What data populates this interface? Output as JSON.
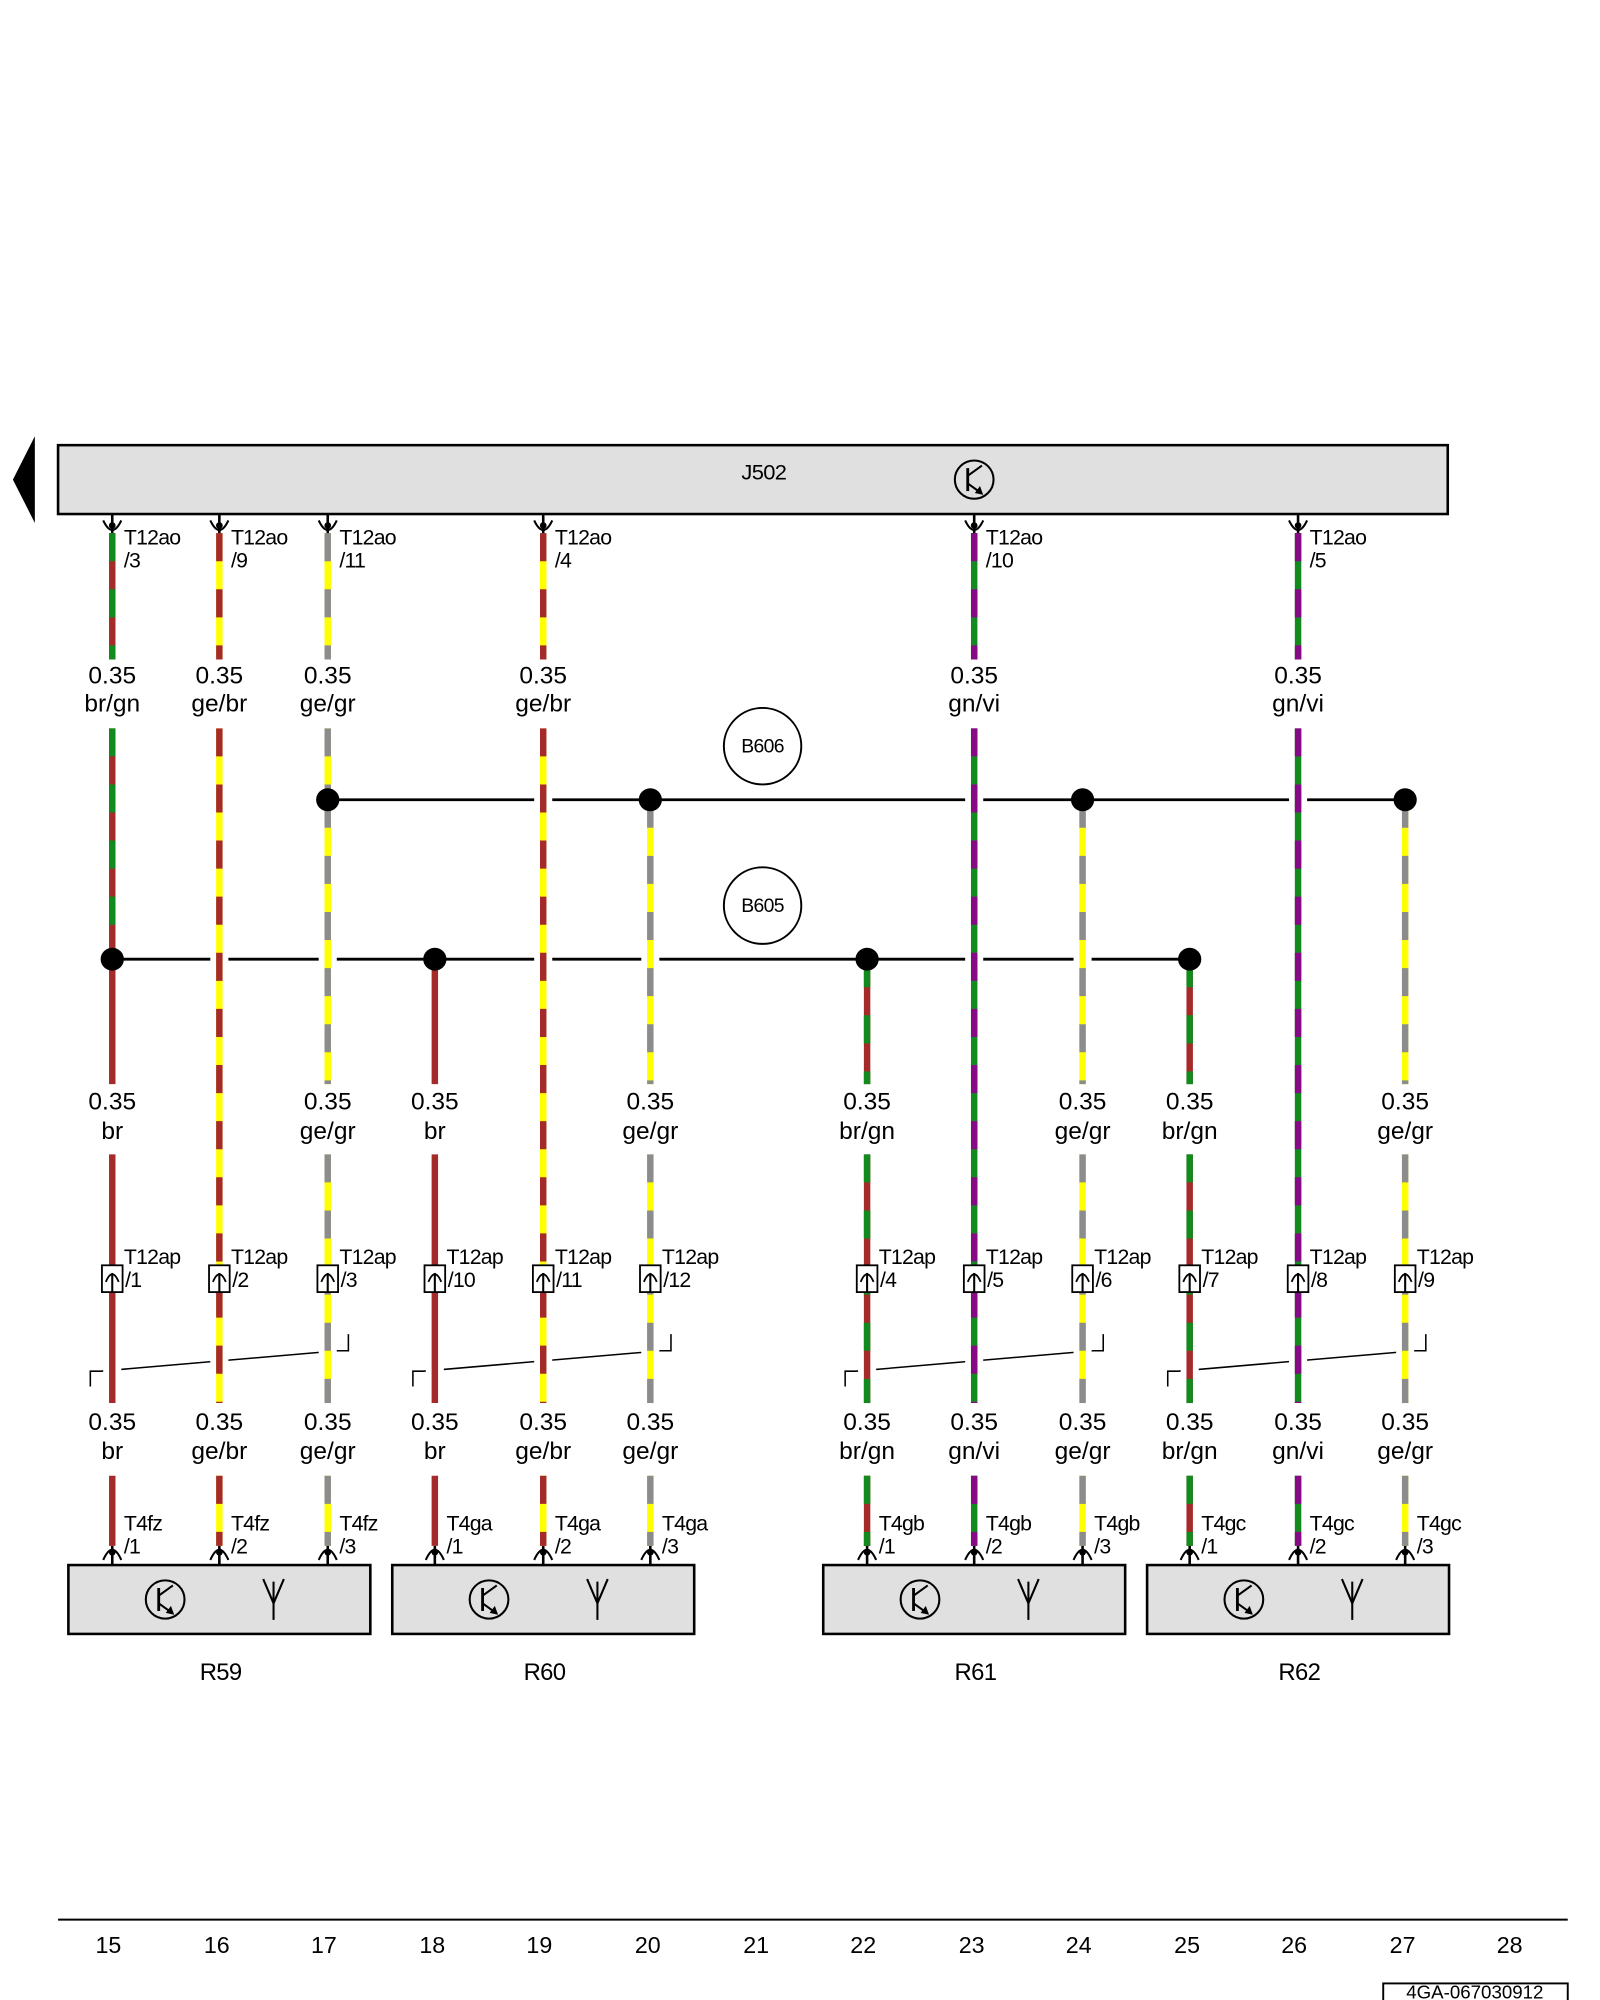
{
  "main_unit": {
    "id": "J502",
    "icon": "transistor-icon"
  },
  "continuation_icon": "arrow-left-icon",
  "splices": [
    {
      "id": "B606"
    },
    {
      "id": "B605"
    }
  ],
  "wire_colors": {
    "br": "#a52a2a",
    "gn": "#138a1e",
    "ge": "#ffff00",
    "gr": "#8c8c8c",
    "vi": "#860a86"
  },
  "wires": [
    {
      "column": "15",
      "top": {
        "connector": "T12ao",
        "pin": "/3"
      },
      "upper": {
        "size": "0.35",
        "color": "br/gn"
      },
      "splice": "B605",
      "middle": {
        "size": "0.35",
        "color": "br"
      },
      "inline": {
        "connector": "T12ap",
        "pin": "/1"
      },
      "lower": {
        "size": "0.35",
        "color": "br"
      },
      "bottom": {
        "connector": "T4fz",
        "pin": "/1"
      }
    },
    {
      "column": "16",
      "top": {
        "connector": "T12ao",
        "pin": "/9"
      },
      "upper": {
        "size": "0.35",
        "color": "ge/br"
      },
      "inline": {
        "connector": "T12ap",
        "pin": "/2"
      },
      "lower": {
        "size": "0.35",
        "color": "ge/br"
      },
      "bottom": {
        "connector": "T4fz",
        "pin": "/2"
      }
    },
    {
      "column": "17",
      "top": {
        "connector": "T12ao",
        "pin": "/11"
      },
      "upper": {
        "size": "0.35",
        "color": "ge/gr"
      },
      "splice": "B606",
      "middle": {
        "size": "0.35",
        "color": "ge/gr"
      },
      "inline": {
        "connector": "T12ap",
        "pin": "/3"
      },
      "lower": {
        "size": "0.35",
        "color": "ge/gr"
      },
      "bottom": {
        "connector": "T4fz",
        "pin": "/3"
      }
    },
    {
      "column": "18",
      "splice": "B605",
      "middle": {
        "size": "0.35",
        "color": "br"
      },
      "inline": {
        "connector": "T12ap",
        "pin": "/10"
      },
      "lower": {
        "size": "0.35",
        "color": "br"
      },
      "bottom": {
        "connector": "T4ga",
        "pin": "/1"
      }
    },
    {
      "column": "19",
      "top": {
        "connector": "T12ao",
        "pin": "/4"
      },
      "upper": {
        "size": "0.35",
        "color": "ge/br"
      },
      "inline": {
        "connector": "T12ap",
        "pin": "/11"
      },
      "lower": {
        "size": "0.35",
        "color": "ge/br"
      },
      "bottom": {
        "connector": "T4ga",
        "pin": "/2"
      }
    },
    {
      "column": "20",
      "splice": "B606",
      "middle": {
        "size": "0.35",
        "color": "ge/gr"
      },
      "inline": {
        "connector": "T12ap",
        "pin": "/12"
      },
      "lower": {
        "size": "0.35",
        "color": "ge/gr"
      },
      "bottom": {
        "connector": "T4ga",
        "pin": "/3"
      }
    },
    {
      "column": "22",
      "splice": "B605",
      "middle": {
        "size": "0.35",
        "color": "br/gn"
      },
      "inline": {
        "connector": "T12ap",
        "pin": "/4"
      },
      "lower": {
        "size": "0.35",
        "color": "br/gn"
      },
      "bottom": {
        "connector": "T4gb",
        "pin": "/1"
      }
    },
    {
      "column": "23",
      "top": {
        "connector": "T12ao",
        "pin": "/10"
      },
      "upper": {
        "size": "0.35",
        "color": "gn/vi"
      },
      "inline": {
        "connector": "T12ap",
        "pin": "/5"
      },
      "lower": {
        "size": "0.35",
        "color": "gn/vi"
      },
      "bottom": {
        "connector": "T4gb",
        "pin": "/2"
      }
    },
    {
      "column": "24",
      "splice": "B606",
      "middle": {
        "size": "0.35",
        "color": "ge/gr"
      },
      "inline": {
        "connector": "T12ap",
        "pin": "/6"
      },
      "lower": {
        "size": "0.35",
        "color": "ge/gr"
      },
      "bottom": {
        "connector": "T4gb",
        "pin": "/3"
      }
    },
    {
      "column": "25",
      "splice": "B605",
      "middle": {
        "size": "0.35",
        "color": "br/gn"
      },
      "inline": {
        "connector": "T12ap",
        "pin": "/7"
      },
      "lower": {
        "size": "0.35",
        "color": "br/gn"
      },
      "bottom": {
        "connector": "T4gc",
        "pin": "/1"
      }
    },
    {
      "column": "26",
      "top": {
        "connector": "T12ao",
        "pin": "/5"
      },
      "upper": {
        "size": "0.35",
        "color": "gn/vi"
      },
      "inline": {
        "connector": "T12ap",
        "pin": "/8"
      },
      "lower": {
        "size": "0.35",
        "color": "gn/vi"
      },
      "bottom": {
        "connector": "T4gc",
        "pin": "/2"
      }
    },
    {
      "column": "27",
      "splice": "B606",
      "middle": {
        "size": "0.35",
        "color": "ge/gr"
      },
      "inline": {
        "connector": "T12ap",
        "pin": "/9"
      },
      "lower": {
        "size": "0.35",
        "color": "ge/gr"
      },
      "bottom": {
        "connector": "T4gc",
        "pin": "/3"
      }
    }
  ],
  "components": [
    {
      "id": "R59",
      "icons": [
        "transistor-icon",
        "antenna-icon"
      ]
    },
    {
      "id": "R60",
      "icons": [
        "transistor-icon",
        "antenna-icon"
      ]
    },
    {
      "id": "R61",
      "icons": [
        "transistor-icon",
        "antenna-icon"
      ]
    },
    {
      "id": "R62",
      "icons": [
        "transistor-icon",
        "antenna-icon"
      ]
    }
  ],
  "columns": [
    "15",
    "16",
    "17",
    "18",
    "19",
    "20",
    "21",
    "22",
    "23",
    "24",
    "25",
    "26",
    "27",
    "28"
  ],
  "doc_id": "4GA-067030912"
}
